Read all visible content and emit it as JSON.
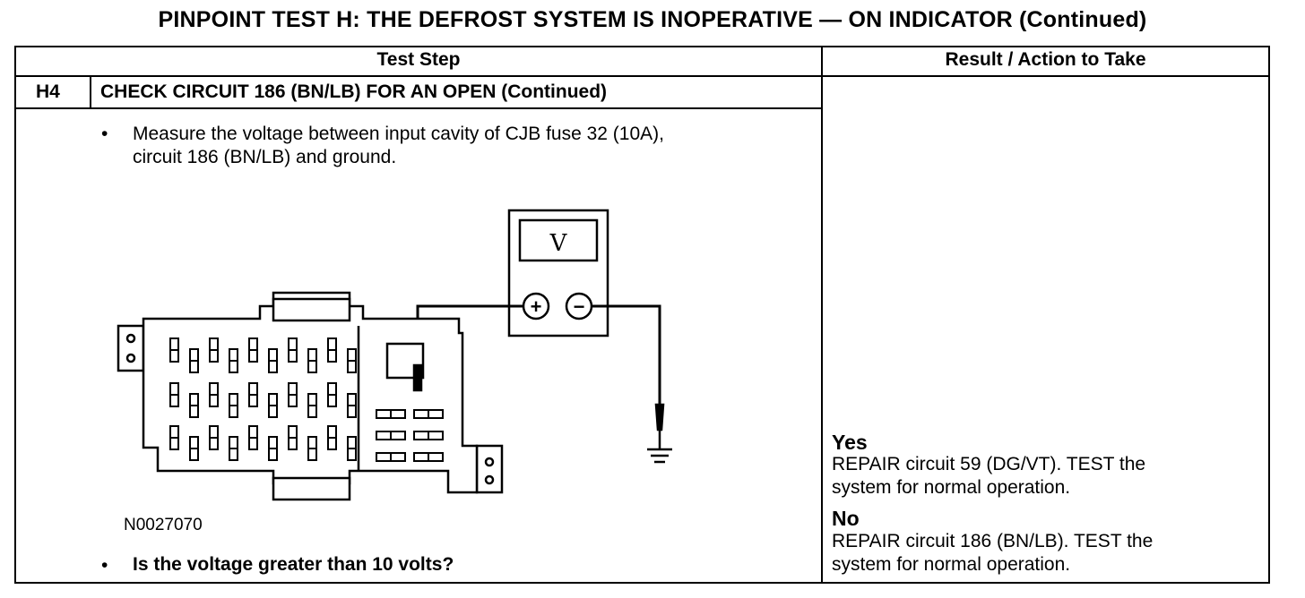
{
  "title": "PINPOINT TEST  H: THE DEFROST SYSTEM IS INOPERATIVE — ON INDICATOR (Continued)",
  "table": {
    "header_test_step": "Test Step",
    "header_result": "Result / Action to Take"
  },
  "step": {
    "id": "H4",
    "title": "CHECK CIRCUIT 186 (BN/LB) FOR AN OPEN (Continued)",
    "bullet": "•",
    "instruction_line1": "Measure the voltage between input cavity of CJB fuse 32 (10A),",
    "instruction_line2": "circuit 186 (BN/LB) and ground.",
    "figure_id": "N0027070",
    "question": "Is the voltage greater than 10 volts?"
  },
  "meter": {
    "display_symbol": "V",
    "plus_symbol": "+",
    "minus_symbol": "−"
  },
  "results": {
    "yes_label": "Yes",
    "yes_line1": "REPAIR circuit 59 (DG/VT). TEST the",
    "yes_line2": "system for normal operation.",
    "no_label": "No",
    "no_line1": "REPAIR circuit 186 (BN/LB). TEST the",
    "no_line2": "system for normal operation."
  }
}
